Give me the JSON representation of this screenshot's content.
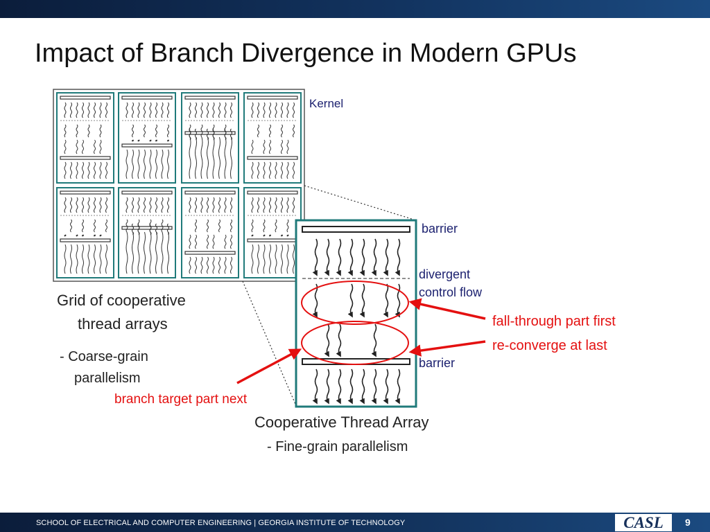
{
  "slide": {
    "title": "Impact of Branch Divergence in Modern GPUs",
    "page_number": "9"
  },
  "footer": {
    "text": "SCHOOL OF ELECTRICAL AND COMPUTER ENGINEERING | GEORGIA INSTITUTE OF TECHNOLOGY",
    "logo": "CASL"
  },
  "figure": {
    "kernel_label": "Kernel",
    "barrier_top_label": "barrier",
    "divergent_label_line1": "divergent",
    "divergent_label_line2": "control flow",
    "barrier_bottom_label": "barrier",
    "grid_caption_line1": "Grid of cooperative",
    "grid_caption_line2": "thread arrays",
    "coarse_line1": "- Coarse-grain",
    "coarse_line2": "parallelism",
    "cta_caption": "Cooperative Thread Array",
    "fine_caption": "- Fine-grain parallelism"
  },
  "annotations": {
    "fall_through": "fall-through part first",
    "reconverge": "re-converge at last",
    "branch_target": "branch target part next"
  },
  "colors": {
    "header_bar": "#0b1d3b",
    "cta_border": "#1f7a7a",
    "annotation_red": "#e41010",
    "label_navy": "#1a1f6e"
  }
}
